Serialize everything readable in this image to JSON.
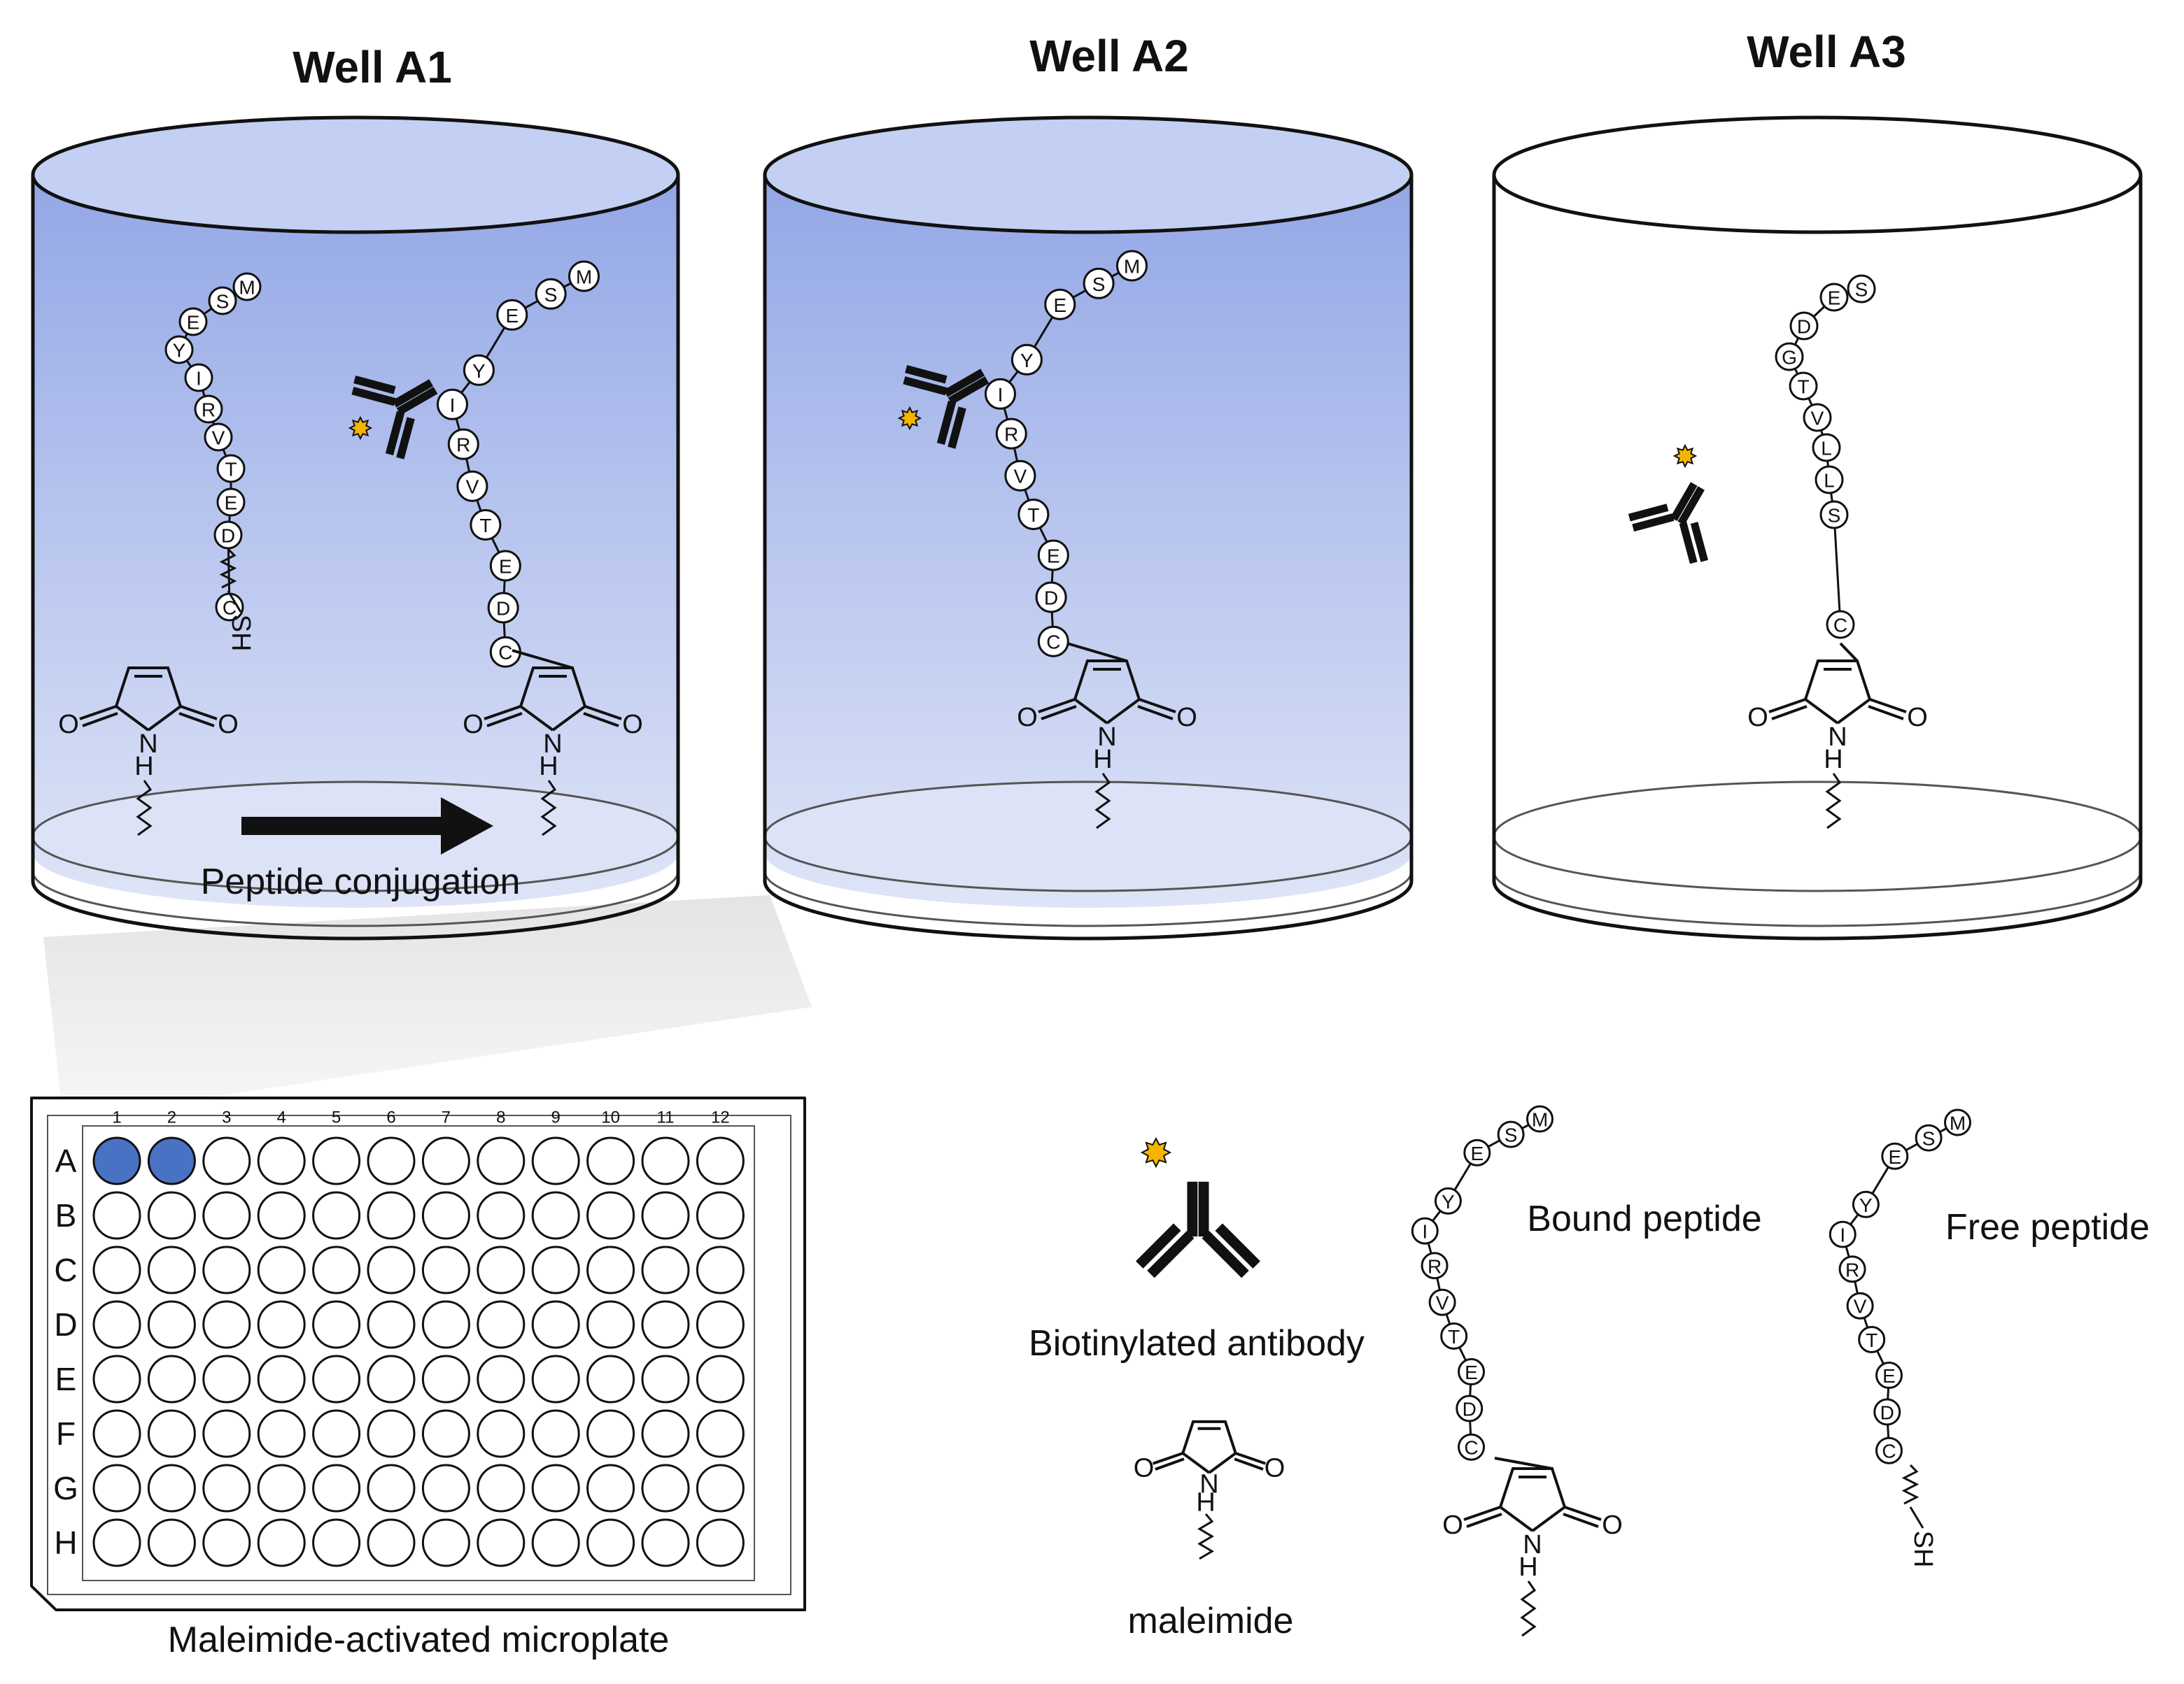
{
  "wells": [
    {
      "title": "Well A1",
      "fill": "blue"
    },
    {
      "title": "Well A2",
      "fill": "blue"
    },
    {
      "title": "Well A3",
      "fill": "white"
    }
  ],
  "arrow_caption": "Peptide conjugation",
  "peptides": {
    "target": [
      "M",
      "S",
      "E",
      "Y",
      "I",
      "R",
      "V",
      "T",
      "E",
      "D",
      "C"
    ],
    "control": [
      "S",
      "E",
      "D",
      "G",
      "T",
      "V",
      "L",
      "L",
      "S",
      "C"
    ]
  },
  "chem": {
    "oxygen": "O",
    "nitrogen": "N",
    "hydrogen": "H",
    "thiol": "SH"
  },
  "plate": {
    "columns": [
      "1",
      "2",
      "3",
      "4",
      "5",
      "6",
      "7",
      "8",
      "9",
      "10",
      "11",
      "12"
    ],
    "rows": [
      "A",
      "B",
      "C",
      "D",
      "E",
      "F",
      "G",
      "H"
    ],
    "filled_wells": [
      "A1",
      "A2"
    ],
    "caption": "Maleimide-activated microplate"
  },
  "legend": {
    "antibody": "Biotinylated antibody",
    "maleimide": "maleimide",
    "bound": "Bound peptide",
    "free": "Free peptide"
  },
  "colors": {
    "well_blue_top": "#9aaee8",
    "well_blue_bottom": "#d4dcf5",
    "well_lid": "#c3d0f3",
    "plate_well_fill": "#4a72c4",
    "biotin_star": "#f5b400",
    "outline": "#111111"
  }
}
